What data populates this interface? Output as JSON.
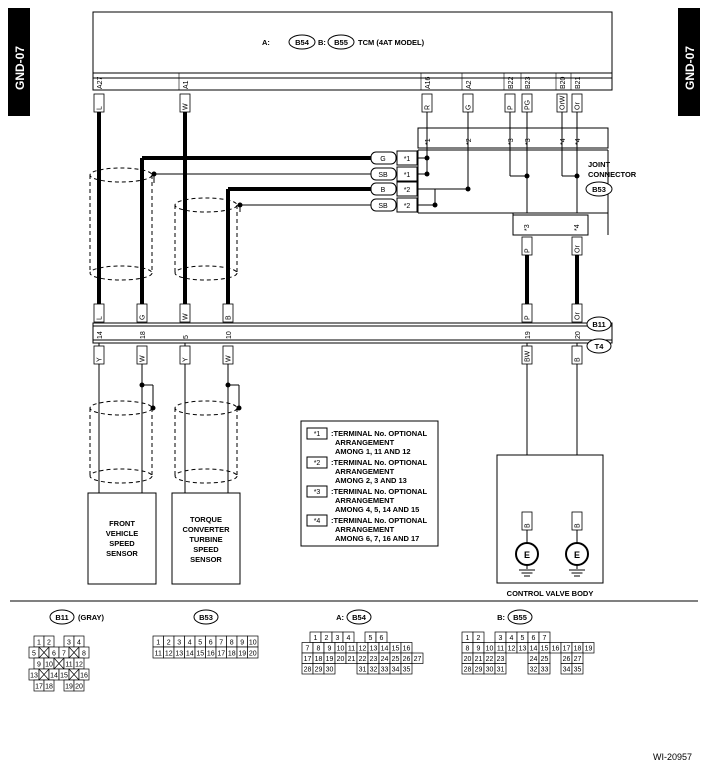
{
  "page_tag": "GND-07",
  "figure_id": "WI-20957",
  "tcm": {
    "label": "TCM (4AT MODEL)",
    "prefix_a": "A:",
    "conn_a": "B54",
    "prefix_b": "B:",
    "conn_b": "B55",
    "pins": [
      "A27",
      "A1",
      "A16",
      "A2",
      "B22",
      "B23",
      "B20",
      "B21"
    ],
    "wire_colors": [
      "L",
      "W",
      "R",
      "G",
      "P",
      "PG",
      "OrW",
      "Or"
    ],
    "joint_marks": [
      "*1",
      "*2",
      "*3",
      "*3",
      "*4",
      "*4"
    ]
  },
  "joint_connector": {
    "label_line1": "JOINT",
    "label_line2": "CONNECTOR",
    "conn": "B53",
    "rows": [
      {
        "color": "G",
        "mark": "*1"
      },
      {
        "color": "SB",
        "mark": "*1"
      },
      {
        "color": "B",
        "mark": "*2"
      },
      {
        "color": "SB",
        "mark": "*2"
      }
    ],
    "bottom_marks": [
      "*3",
      "*4"
    ],
    "bottom_colors": [
      "P",
      "Or"
    ]
  },
  "conn_b11": {
    "id": "B11",
    "upper_colors": [
      "L",
      "G",
      "W",
      "B",
      "P",
      "Or"
    ],
    "pins": [
      "14",
      "18",
      "5",
      "10",
      "19",
      "20"
    ]
  },
  "conn_t4": {
    "id": "T4",
    "lower_colors": [
      "Y",
      "W",
      "Y",
      "W",
      "BW",
      "B"
    ]
  },
  "sensors": [
    {
      "lines": [
        "FRONT",
        "VEHICLE",
        "SPEED",
        "SENSOR"
      ]
    },
    {
      "lines": [
        "TORQUE",
        "CONVERTER",
        "TURBINE",
        "SPEED",
        "SENSOR"
      ]
    }
  ],
  "control_valve_body": {
    "label": "CONTROL VALVE BODY",
    "wire_colors": [
      "B",
      "B"
    ],
    "ground_symbol": "E"
  },
  "legend": [
    {
      "mark": "*1",
      "line1": ":TERMINAL No. OPTIONAL",
      "line2": "ARRANGEMENT",
      "line3": "AMONG 1, 11 AND 12"
    },
    {
      "mark": "*2",
      "line1": ":TERMINAL No. OPTIONAL",
      "line2": "ARRANGEMENT",
      "line3": "AMONG 2, 3 AND 13"
    },
    {
      "mark": "*3",
      "line1": ":TERMINAL No. OPTIONAL",
      "line2": "ARRANGEMENT",
      "line3": "AMONG 4, 5, 14 AND 15"
    },
    {
      "mark": "*4",
      "line1": ":TERMINAL No. OPTIONAL",
      "line2": "ARRANGEMENT",
      "line3": "AMONG 6, 7, 16 AND 17"
    }
  ],
  "connector_views": {
    "b11": {
      "id": "B11",
      "note": "(GRAY)",
      "rows": [
        [
          "1",
          "2",
          "",
          "3",
          "4"
        ],
        [
          "5",
          "X",
          "6",
          "7",
          "X",
          "8"
        ],
        [
          "9",
          "10",
          "X",
          "11",
          "12"
        ],
        [
          "13",
          "X",
          "14",
          "15",
          "X",
          "16"
        ],
        [
          "17",
          "18",
          "",
          "19",
          "20"
        ]
      ]
    },
    "b53": {
      "id": "B53",
      "rows": [
        [
          "1",
          "2",
          "3",
          "4",
          "5",
          "6",
          "7",
          "8",
          "9",
          "10"
        ],
        [
          "11",
          "12",
          "13",
          "14",
          "15",
          "16",
          "17",
          "18",
          "19",
          "20"
        ]
      ]
    },
    "b54": {
      "prefix": "A:",
      "id": "B54",
      "rows": [
        [
          "1",
          "2",
          "3",
          "4",
          "",
          "5",
          "6"
        ],
        [
          "7",
          "8",
          "9",
          "10",
          "11",
          "12",
          "13",
          "14",
          "15",
          "16"
        ],
        [
          "17",
          "18",
          "19",
          "20",
          "21",
          "22",
          "23",
          "24",
          "25",
          "26",
          "27"
        ],
        [
          "28",
          "29",
          "30",
          "",
          "",
          "31",
          "32",
          "33",
          "34",
          "35"
        ]
      ]
    },
    "b55": {
      "prefix": "B:",
      "id": "B55",
      "rows": [
        [
          "1",
          "2",
          "",
          "3",
          "4",
          "5",
          "6",
          "7"
        ],
        [
          "8",
          "9",
          "10",
          "11",
          "12",
          "13",
          "14",
          "15",
          "16",
          "17",
          "18",
          "19"
        ],
        [
          "20",
          "21",
          "22",
          "23",
          "",
          "",
          "24",
          "25",
          "",
          "26",
          "27"
        ],
        [
          "28",
          "29",
          "30",
          "31",
          "",
          "",
          "32",
          "33",
          "",
          "34",
          "35"
        ]
      ]
    }
  }
}
